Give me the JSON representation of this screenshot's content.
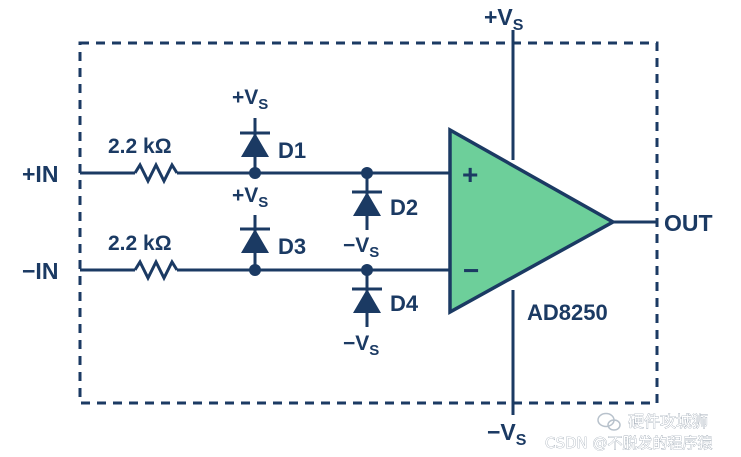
{
  "circuit": {
    "colors": {
      "wire": "#1b3a63",
      "opamp_fill": "#6dcf9a",
      "background": "#ffffff"
    },
    "supply_top": {
      "main": "+V",
      "sub": "S"
    },
    "supply_bottom": {
      "main": "−V",
      "sub": "S"
    },
    "inputs": {
      "pos": "+IN",
      "neg": "−IN"
    },
    "output": "OUT",
    "resistors": {
      "r1": "2.2 kΩ",
      "r2": "2.2 kΩ"
    },
    "diodes": {
      "d1": "D1",
      "d2": "D2",
      "d3": "D3",
      "d4": "D4"
    },
    "rails": {
      "d1_supply": {
        "main": "+V",
        "sub": "S"
      },
      "d3_supply": {
        "main": "+V",
        "sub": "S"
      },
      "d2_supply": {
        "main": "−V",
        "sub": "S"
      },
      "d4_supply": {
        "main": "−V",
        "sub": "S"
      }
    },
    "opamp": {
      "plus": "+",
      "minus": "−",
      "part": "AD8250"
    }
  },
  "watermark": {
    "text": "硬件攻城狮",
    "source": "CSDN @不脱发的程序猿",
    "icon": "wechat-icon"
  }
}
